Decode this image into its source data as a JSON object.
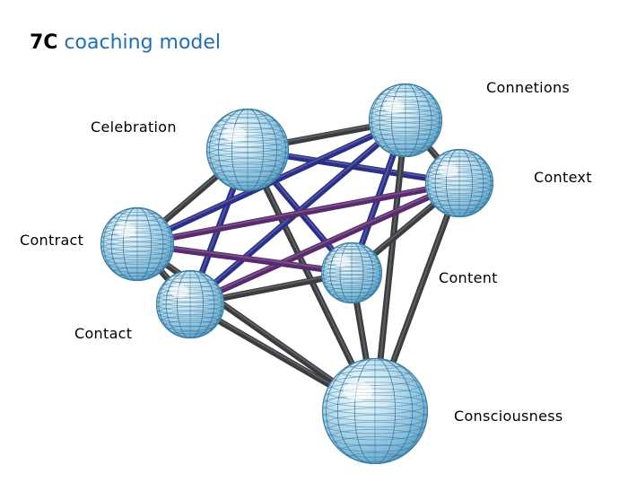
{
  "title": {
    "main": "7C",
    "sub": "coaching model"
  },
  "nodes": [
    {
      "id": "celebration",
      "label": "Celebration"
    },
    {
      "id": "connetions",
      "label": "Connetions"
    },
    {
      "id": "context",
      "label": "Context"
    },
    {
      "id": "contract",
      "label": "Contract"
    },
    {
      "id": "content",
      "label": "Content"
    },
    {
      "id": "contact",
      "label": "Contact"
    },
    {
      "id": "consciousness",
      "label": "Consciousness"
    }
  ],
  "edges": [
    {
      "from": "celebration",
      "to": "connetions",
      "color": "dark"
    },
    {
      "from": "celebration",
      "to": "contract",
      "color": "dark"
    },
    {
      "from": "celebration",
      "to": "context",
      "color": "blue"
    },
    {
      "from": "celebration",
      "to": "content",
      "color": "blue"
    },
    {
      "from": "celebration",
      "to": "contact",
      "color": "blue"
    },
    {
      "from": "celebration",
      "to": "consciousness",
      "color": "dark"
    },
    {
      "from": "connetions",
      "to": "context",
      "color": "dark"
    },
    {
      "from": "connetions",
      "to": "contract",
      "color": "blue"
    },
    {
      "from": "connetions",
      "to": "content",
      "color": "blue"
    },
    {
      "from": "connetions",
      "to": "contact",
      "color": "blue"
    },
    {
      "from": "connetions",
      "to": "consciousness",
      "color": "dark"
    },
    {
      "from": "context",
      "to": "contract",
      "color": "purple"
    },
    {
      "from": "context",
      "to": "contact",
      "color": "purple"
    },
    {
      "from": "context",
      "to": "content",
      "color": "dark"
    },
    {
      "from": "context",
      "to": "consciousness",
      "color": "dark"
    },
    {
      "from": "contract",
      "to": "content",
      "color": "purple"
    },
    {
      "from": "contract",
      "to": "contact",
      "color": "dark"
    },
    {
      "from": "contract",
      "to": "consciousness",
      "color": "dark"
    },
    {
      "from": "content",
      "to": "contact",
      "color": "dark"
    },
    {
      "from": "content",
      "to": "consciousness",
      "color": "dark"
    },
    {
      "from": "contact",
      "to": "consciousness",
      "color": "dark"
    }
  ],
  "colors": {
    "dark": "#3a3c40",
    "blue": "#2c2f86",
    "purple": "#5a2a6e",
    "sphere": "#9ecde6",
    "sphere_grid": "#2f6f93",
    "title_main": "#000000",
    "title_sub": "#1f6fb2"
  }
}
